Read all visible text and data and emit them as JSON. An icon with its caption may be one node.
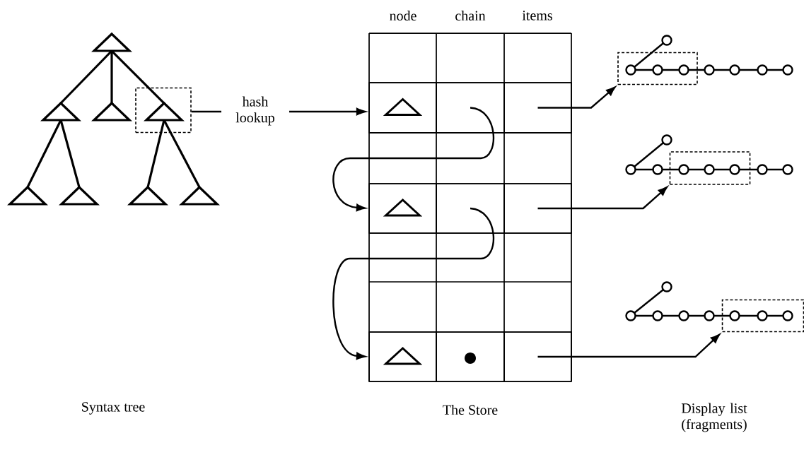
{
  "diagram": {
    "nodes": [
      {
        "text": [],
        "shape": "box"
      },
      {
        "text": [],
        "shape": "box"
      },
      {
        "text": [],
        "shape": "box"
      },
      {
        "text": [],
        "shape": "box"
      },
      {
        "text": [],
        "shape": "box"
      },
      {
        "text": [],
        "shape": "box"
      },
      {
        "text": [],
        "shape": "box"
      },
      {
        "text": [],
        "shape": "box"
      },
      {
        "text": [],
        "shape": "box"
      },
      {
        "text": [],
        "shape": "box"
      },
      {
        "text": [],
        "shape": "box"
      },
      {
        "text": [],
        "shape": "box"
      },
      {
        "text": [],
        "shape": "box"
      }
    ],
    "edges": [
      {
        "from": 0,
        "to": 1,
        "arrow": "to",
        "label": "hash lookup"
      },
      {
        "from": 2,
        "to": 4,
        "arrow": "to"
      },
      {
        "from": 5,
        "to": 7,
        "arrow": "to"
      },
      {
        "from": 3,
        "to": 10,
        "arrow": "to"
      },
      {
        "from": 6,
        "to": 11,
        "arrow": "to"
      },
      {
        "from": 9,
        "to": 12,
        "arrow": "to"
      }
    ],
    "labels": [
      "node",
      "chain",
      "items",
      "Syntax tree",
      "The Store",
      "Display list (fragments)"
    ]
  }
}
